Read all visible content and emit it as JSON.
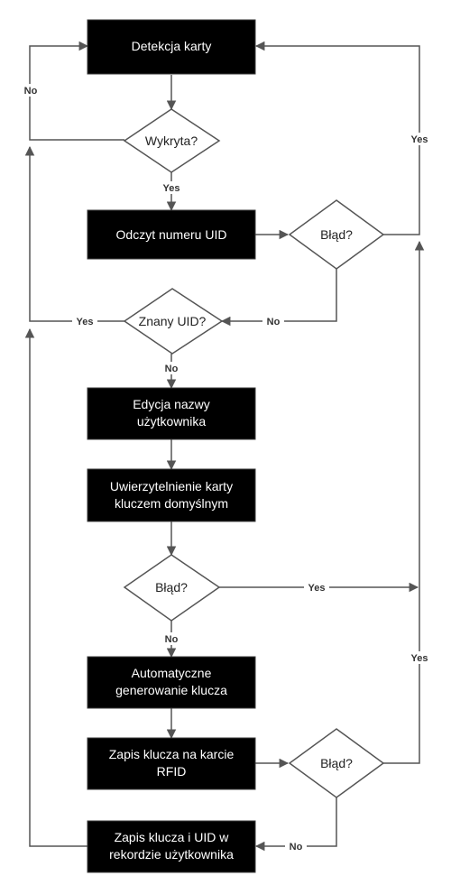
{
  "nodes": {
    "detect": "Detekcja karty",
    "detected": "Wykryta?",
    "read_uid": "Odczyt numeru UID",
    "error1": "Błąd?",
    "known_uid": "Znany UID?",
    "edit_name": [
      "Edycja nazwy",
      "użytkownika"
    ],
    "auth": [
      "Uwierzytelnienie karty",
      "kluczem domyślnym"
    ],
    "error2": "Błąd?",
    "auto_gen": [
      "Automatyczne",
      "generowanie klucza"
    ],
    "write_key": [
      "Zapis klucza na karcie",
      "RFID"
    ],
    "error3": "Błąd?",
    "save_record": [
      "Zapis klucza i UID w",
      "rekordzie użytkownika"
    ]
  },
  "edges": {
    "detected_no": "No",
    "detected_yes": "Yes",
    "error1_yes": "Yes",
    "error1_no": "No",
    "known_yes": "Yes",
    "known_no": "No",
    "error2_yes": "Yes",
    "error2_no": "No",
    "error3_yes": "Yes",
    "error3_no": "No"
  }
}
